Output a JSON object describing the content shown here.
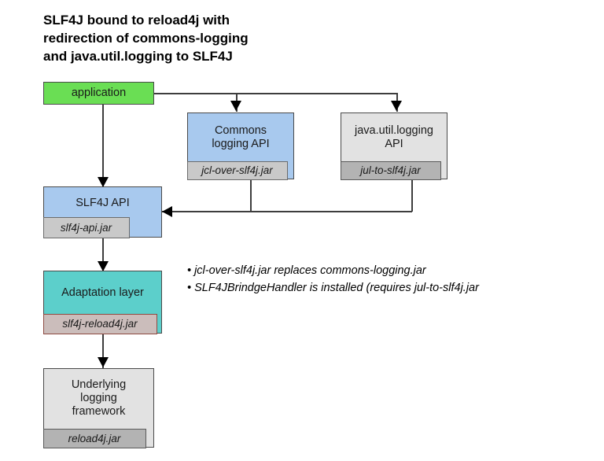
{
  "diagram": {
    "title": "SLF4J bound to reload4j with\nredirection of commons-logging\nand java.util.logging to SLF4J",
    "colors": {
      "application": "#6ade54",
      "api_blue": "#a8c9ee",
      "neutral_gray": "#e2e2e2",
      "adaptation_teal": "#5ccfcb",
      "jar_gray": "#c9c9c9",
      "jar_dark_gray": "#b3b3b3",
      "jar_rose": "#cbbdbb",
      "jar_rose_border": "#8e4b42",
      "box_border": "#4a4a4a",
      "connector": "#3d3d3d",
      "text": "#1a1a1a"
    },
    "nodes": [
      {
        "id": "application",
        "label": "application",
        "jar": null
      },
      {
        "id": "commons-logging-api",
        "label": "Commons\nlogging API",
        "jar": "jcl-over-slf4j.jar"
      },
      {
        "id": "java-util-logging-api",
        "label": "java.util.logging\nAPI",
        "jar": "jul-to-slf4j.jar"
      },
      {
        "id": "slf4j-api",
        "label": "SLF4J API",
        "jar": "slf4j-api.jar"
      },
      {
        "id": "adaptation-layer",
        "label": "Adaptation layer",
        "jar": "slf4j-reload4j.jar"
      },
      {
        "id": "underlying-logging-framework",
        "label": "Underlying\nlogging\nframework",
        "jar": "reload4j.jar"
      }
    ],
    "notes": {
      "bullet_char": "•",
      "items": [
        "jcl-over-slf4j.jar replaces commons-logging.jar",
        "SLF4JBrindgeHandler is installed (requires jul-to-slf4j.jar"
      ]
    }
  }
}
